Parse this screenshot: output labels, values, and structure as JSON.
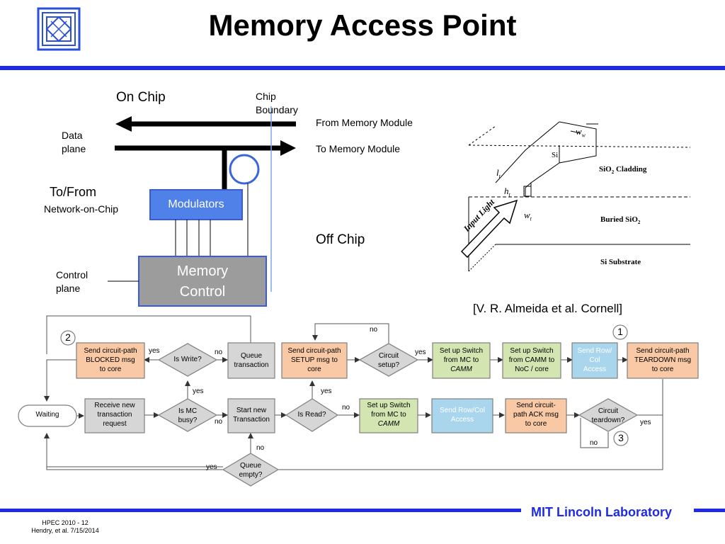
{
  "slide": {
    "title": "Memory Access Point",
    "citation": "[V. R. Almeida et al. Cornell]"
  },
  "architecture": {
    "on_chip": "On Chip",
    "off_chip": "Off Chip",
    "chip_boundary": [
      "Chip",
      "Boundary"
    ],
    "data_plane": [
      "Data",
      "plane"
    ],
    "control_plane": [
      "Control",
      "plane"
    ],
    "to_from": "To/From",
    "network_on_chip": "Network-on-Chip",
    "from_memory": "From Memory Module",
    "to_memory": "To Memory Module",
    "modulators": "Modulators",
    "memory_control": [
      "Memory",
      "Control"
    ],
    "colors": {
      "modulators": "#4f81e8",
      "memory_control": "#9c9c9c",
      "box_border": "#3b5bdb"
    }
  },
  "waveguide": {
    "w_w": "w",
    "w_w_sub": "w",
    "si": "Si",
    "cladding": "SiO",
    "cladding_sub": "2",
    "cladding_rest": " Cladding",
    "buried": "Buried SiO",
    "buried_sub": "2",
    "substrate": "Si Substrate",
    "l_t": "l",
    "l_t_sub": "t",
    "h_t": "h",
    "h_t_sub": "t",
    "w_t": "w",
    "w_t_sub": "t",
    "input_light": "Input Light"
  },
  "flowchart": {
    "colors": {
      "orange": "#f9c9a6",
      "green": "#d3e6b2",
      "blue": "#a9d6ec",
      "gray": "#d6d6d6",
      "border": "#7f7f7f"
    },
    "nodes": {
      "waiting": "Waiting",
      "receive": [
        "Receive new",
        "transaction",
        "request"
      ],
      "is_mc_busy": [
        "Is MC",
        "busy?"
      ],
      "start_new": [
        "Start new",
        "Transaction"
      ],
      "is_read": "Is Read?",
      "setup_mc_camm": [
        "Set up Switch",
        "from MC to",
        "CAMM"
      ],
      "send_row_col_2": [
        "Send Row/Col",
        "Access"
      ],
      "send_ack": [
        "Send circuit-",
        "path ACK msg",
        "to core"
      ],
      "circuit_teardown": [
        "Circuit",
        "teardown?"
      ],
      "send_blocked": [
        "Send circuit-path",
        "BLOCKED msg",
        "to core"
      ],
      "is_write": "Is Write?",
      "queue_transaction": [
        "Queue",
        "transaction"
      ],
      "send_setup": [
        "Send circuit-path",
        "SETUP msg to",
        "core"
      ],
      "circuit_setup": [
        "Circuit",
        "setup?"
      ],
      "setup_mc_camm_top": [
        "Set up Switch",
        "from MC to",
        "CAMM"
      ],
      "setup_camm_noc": [
        "Set up Switch",
        "from CAMM to",
        "NoC / core"
      ],
      "send_row_col_1": [
        "Send Row/",
        "Col",
        "Access"
      ],
      "send_teardown": [
        "Send circuit-path",
        "TEARDOWN msg",
        "to core"
      ],
      "queue_empty": [
        "Queue",
        "empty?"
      ]
    },
    "edge_labels": {
      "yes": "yes",
      "no": "no"
    },
    "markers": [
      "1",
      "2",
      "3"
    ]
  },
  "footer": {
    "left_line1": "HPEC 2010 - 12",
    "left_line2": "Hendry, et al. 7/15/2014",
    "lab": "MIT Lincoln Laboratory"
  }
}
